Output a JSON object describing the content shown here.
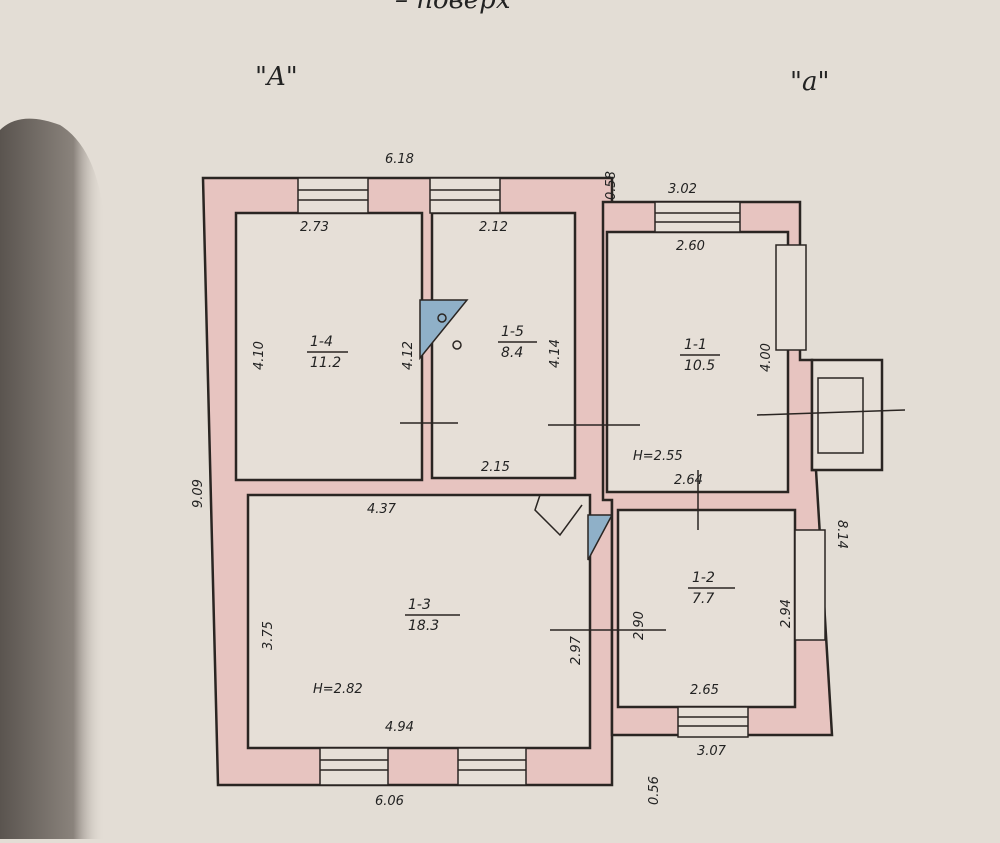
{
  "header": {
    "floor_caption": "– поверх",
    "section_left": "\"A\"",
    "section_right": "\"a\""
  },
  "dimensions": {
    "top_left_total": "6.18",
    "gap_top": "0.58",
    "top_right_total": "3.02",
    "room14_width": "2.73",
    "room15_width": "2.12",
    "room11_width": "2.60",
    "room14_height": "4.10",
    "room14_height_right": "4.12",
    "room15_height": "4.14",
    "room11_height": "4.00",
    "room15_bottom": "2.15",
    "room11_bottom": "2.64",
    "right_total_height": "8.14",
    "left_total_height": "9.09",
    "room13_top": "4.37",
    "room13_left": "3.75",
    "room13_right": "2.97",
    "corridor_height": "2.90",
    "room12_right": "2.94",
    "room13_bottom": "4.94",
    "room12_bottom": "2.65",
    "bottom_right_total": "3.07",
    "gap_bottom": "0.56",
    "bottom_left_total": "6.06"
  },
  "ceiling_heights": {
    "right": "H=2.55",
    "left": "H=2.82"
  },
  "rooms": [
    {
      "id": "1-4",
      "area": "11.2"
    },
    {
      "id": "1-5",
      "area": "8.4"
    },
    {
      "id": "1-1",
      "area": "10.5"
    },
    {
      "id": "1-3",
      "area": "18.3"
    },
    {
      "id": "1-2",
      "area": "7.7"
    }
  ],
  "colors": {
    "paper": "#e3ddd5",
    "wall": "#e7c4c0",
    "stove": "#8fb0c8"
  }
}
